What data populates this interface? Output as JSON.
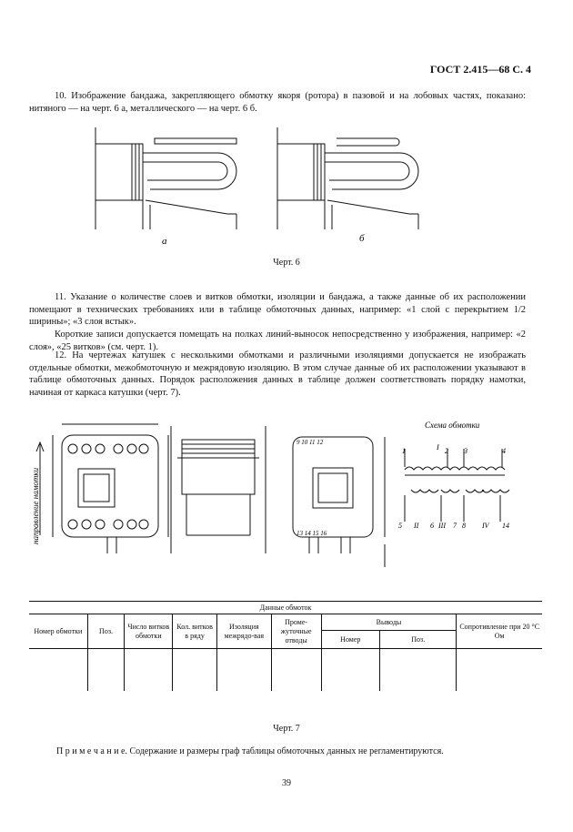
{
  "header": "ГОСТ 2.415—68 С. 4",
  "para10": "10. Изображение бандажа, закрепляющего обмотку якоря (ротора) в пазовой и на лобовых частях, показано: нитяного — на черт. 6 а, металлического — на черт. 6 б.",
  "fig6": {
    "label_a": "а",
    "label_b": "б",
    "caption": "Черт. 6"
  },
  "para11": "11. Указание о количестве слоев и витков обмотки, изоляции и бандажа, а также данные об их расположении помещают в технических требованиях или в таблице обмоточных данных, например: «1 слой с перекрытием 1/2 ширины»; «3 слоя встык».",
  "para11b": "Короткие записи допускается помещать на полках линий-выносок непосредственно у изображения, например: «2 слоя», «25 витков» (см. черт. 1).",
  "para12": "12. На чертежах катушек с несколькими обмотками и различными изоляциями допускается не изображать отдельные обмотки, межобмоточную и межрядовую изоляцию. В этом случае данные об их расположении указывают в таблице обмоточных данных. Порядок расположения данных в таблице должен соответствовать порядку намотки, начиная от каркаса катушки (черт. 7).",
  "fig7": {
    "winding_direction": "направление намотки",
    "scheme_title": "Схема обмотки",
    "top_left_nums": "9 10 11 12",
    "bottom_left_nums": "13 14 15 16",
    "scheme_top": [
      "1",
      "2",
      "3",
      "4"
    ],
    "scheme_roman_top": "I",
    "scheme_bottom": [
      "5",
      "II",
      "6",
      "III",
      "7",
      "8",
      "IV",
      "14"
    ],
    "caption": "Черт. 7"
  },
  "table": {
    "title": "Данные обмоток",
    "col_number": "Номер обмотки",
    "col_pos": "Поз.",
    "col_turns": "Число витков обмотки",
    "col_turns_row": "Кол. витков в ряду",
    "col_insulation": "Изоляция межрядо-вая",
    "col_intermediate": "Проме-жуточные отводы",
    "col_leads": "Выводы",
    "col_leads_num": "Номер",
    "col_leads_pos": "Поз.",
    "col_resistance": "Сопротивление при 20 °С Ом"
  },
  "note": "П р и м е ч а н и е. Содержание и размеры граф таблицы обмоточных данных не регламентируются.",
  "page_number": "39"
}
